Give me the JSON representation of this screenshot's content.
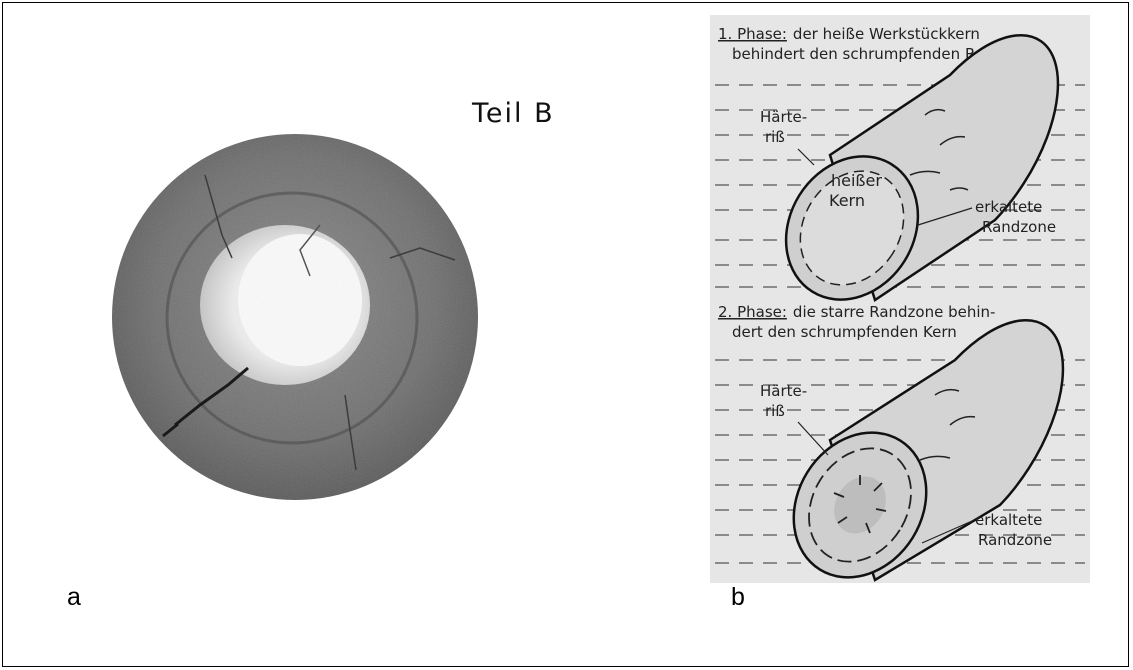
{
  "figure": {
    "panel_a": {
      "label": "a",
      "caption": "Teil B"
    },
    "panel_b": {
      "label": "b",
      "phase1": {
        "heading_number": "1. Phase:",
        "heading_rest": "der heiße Werkstückkern",
        "heading_line2": "behindert den schrumpfenden Rand",
        "crack_label_1": "Härte-",
        "crack_label_2": "riß",
        "core_label_1": "heißer",
        "core_label_2": "Kern",
        "edge_label_1": "erkaltete",
        "edge_label_2": "Randzone"
      },
      "phase2": {
        "heading_number": "2. Phase:",
        "heading_rest": "die starre Randzone behin-",
        "heading_line2": "dert den schrumpfenden Kern",
        "crack_label_1": "Härte-",
        "crack_label_2": "riß",
        "edge_label_1": "erkaltete",
        "edge_label_2": "Randzone"
      }
    }
  },
  "colors": {
    "frame": "#000000",
    "specimen_outer": "#6d6d6d",
    "specimen_core": "#efefef",
    "sketch_background": "#e6e6e6"
  }
}
